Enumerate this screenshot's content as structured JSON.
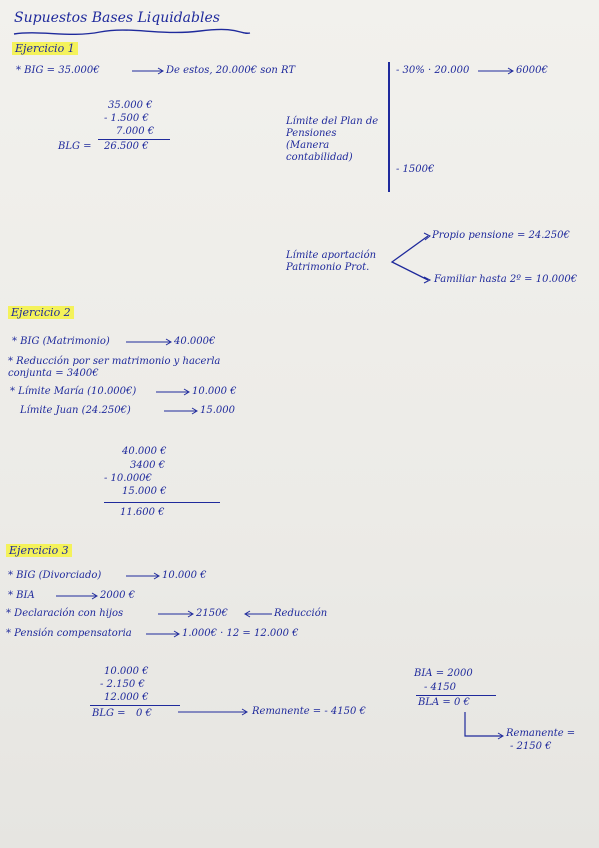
{
  "title": "Supuestos Bases Liquidables",
  "colors": {
    "ink": "#1f2a9c",
    "highlight": "#f4f25a",
    "paper": "#efeeea"
  },
  "ej1": {
    "heading": "Ejercicio 1",
    "line1_left": "* BIG = 35.000€",
    "line1_right": "De estos, 20.000€ son RT",
    "sum": [
      "35.000 €",
      "- 1.500 €",
      "7.000 €"
    ],
    "blg_label": "BLG =",
    "blg_value": "26.500 €",
    "limite_label": "Límite del Plan de Pensiones (Manera contabilidad)",
    "pct": "- 30% · 20.000",
    "pct_result": "6000€",
    "min": "- 1500€",
    "aport_label": "Límite aportación Patrimonio Prot.",
    "propio": "Propio pensione = 24.250€",
    "familiar": "Familiar hasta 2º = 10.000€"
  },
  "ej2": {
    "heading": "Ejercicio 2",
    "l1": "* BIG (Matrimonio)",
    "l1_val": "40.000€",
    "l2": "* Reducción por ser matrimonio y hacerla conjunta = 3400€",
    "l3": "* Límite María (10.000€)",
    "l3_val": "10.000 €",
    "l4": "Límite Juan (24.250€)",
    "l4_val": "15.000",
    "sum": [
      "40.000 €",
      "3400 €",
      "- 10.000€",
      "15.000 €"
    ],
    "result": "11.600 €"
  },
  "ej3": {
    "heading": "Ejercicio 3",
    "l1": "* BIG (Divorciado)",
    "l1_val": "10.000 €",
    "l2": "* BIA",
    "l2_val": "2000 €",
    "l3": "* Declaración con hijos",
    "l3_val": "2150€",
    "l3_note": "Reducción",
    "l4": "* Pensión compensatoria",
    "l4_val": "1.000€ · 12 = 12.000 €",
    "sum": [
      "10.000 €",
      "- 2.150 €",
      "12.000 €"
    ],
    "blg_label": "BLG =",
    "blg_value": "0 €",
    "remanente": "Remanente = - 4150 €",
    "bia_lines": [
      "BIA = 2000",
      "- 4150"
    ],
    "bla": "BLA = 0 €",
    "rem2_label": "Remanente =",
    "rem2_value": "- 2150 €"
  }
}
